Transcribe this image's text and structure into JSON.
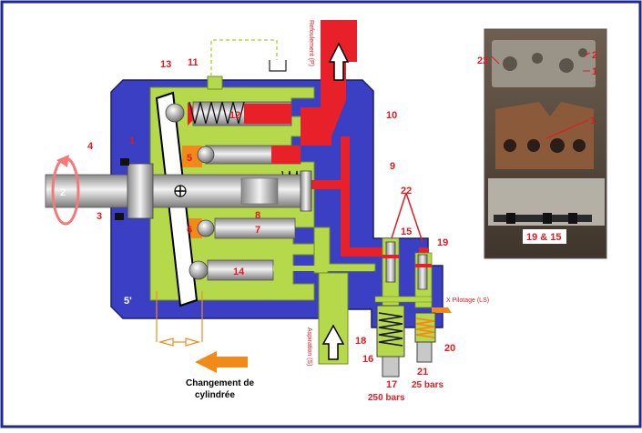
{
  "labels": {
    "n1": "1",
    "n2": "2",
    "n3": "3",
    "n4": "4",
    "n5": "5",
    "n6": "6",
    "n7": "7",
    "n8": "8",
    "n9": "9",
    "n10": "10",
    "n11": "11",
    "n12": "12",
    "n13": "13",
    "n14": "14",
    "n15": "15",
    "n16": "16",
    "n17": "17",
    "n18": "18",
    "n19": "19",
    "n20": "20",
    "n21": "21",
    "n22": "22",
    "n5p": "5'"
  },
  "texts": {
    "refoulement": "Refoulement (P)",
    "aspiration": "Aspiration (S)",
    "pilotage": "X  Pilotage (LS)",
    "changement_line1": "Changement de",
    "changement_line2": "cylindrée",
    "p250": "250 bars",
    "p25": "25 bars"
  },
  "photo_labels": {
    "p22": "22",
    "p2": "2",
    "p1a": "1",
    "p1b": "1",
    "p19_15": "19 & 15"
  },
  "colors": {
    "frame_border": "#1f2a8c",
    "housing_blue": "#3a3fc4",
    "green": "#b5d94a",
    "red": "#e8202a",
    "orange": "#f28a1a",
    "label_red": "#e11b22"
  }
}
